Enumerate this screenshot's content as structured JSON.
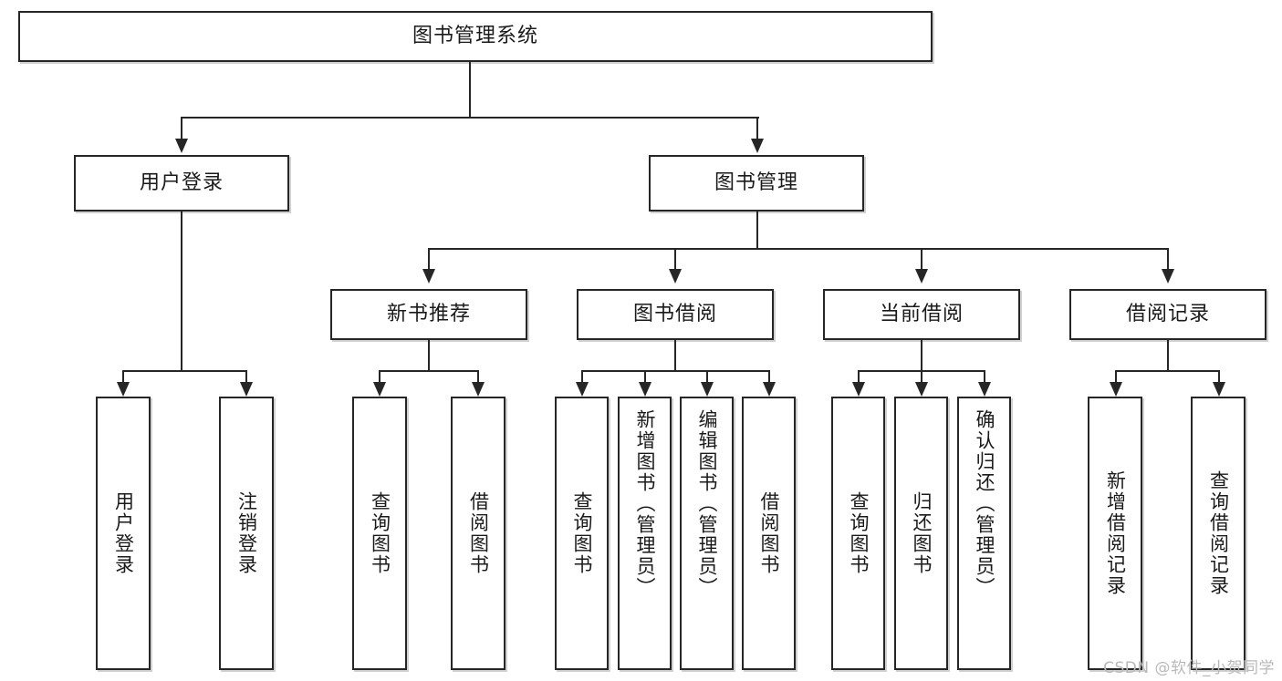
{
  "diagram": {
    "type": "tree-hierarchy-chart",
    "title": "图书管理系统",
    "root": {
      "id": "root",
      "label": "图书管理系统",
      "level": 0
    },
    "level1": [
      {
        "id": "user-login",
        "label": "用户登录"
      },
      {
        "id": "book-management",
        "label": "图书管理"
      }
    ],
    "level2": [
      {
        "id": "new-book-recommend",
        "label": "新书推荐",
        "parent": "book-management"
      },
      {
        "id": "book-borrow",
        "label": "图书借阅",
        "parent": "book-management"
      },
      {
        "id": "current-borrow",
        "label": "当前借阅",
        "parent": "book-management"
      },
      {
        "id": "borrow-record",
        "label": "借阅记录",
        "parent": "book-management"
      }
    ],
    "leaves": {
      "user_login": [
        {
          "id": "leaf-user-login",
          "label": "用户登录"
        },
        {
          "id": "leaf-user-logout",
          "label": "注销登录"
        }
      ],
      "new_book_recommend": [
        {
          "id": "leaf-query-book-1",
          "label": "查询图书"
        },
        {
          "id": "leaf-borrow-book-1",
          "label": "借阅图书"
        }
      ],
      "book_borrow": [
        {
          "id": "leaf-query-book-2",
          "label": "查询图书"
        },
        {
          "id": "leaf-add-book",
          "label": "新增图书（管理员）"
        },
        {
          "id": "leaf-edit-book",
          "label": "编辑图书（管理员）"
        },
        {
          "id": "leaf-borrow-book-2",
          "label": "借阅图书"
        }
      ],
      "current_borrow": [
        {
          "id": "leaf-query-book-3",
          "label": "查询图书"
        },
        {
          "id": "leaf-return-book",
          "label": "归还图书"
        },
        {
          "id": "leaf-confirm-return",
          "label": "确认归还（管理员）"
        }
      ],
      "borrow_record": [
        {
          "id": "leaf-add-record",
          "label": "新增借阅记录"
        },
        {
          "id": "leaf-query-record",
          "label": "查询借阅记录"
        }
      ]
    }
  },
  "watermark": {
    "text": "CSDN @软件_小贺同学"
  },
  "colors": {
    "stroke": "#262626",
    "text": "#1a1a1a",
    "background": "#ffffff",
    "watermark": "#b9b9b9"
  }
}
